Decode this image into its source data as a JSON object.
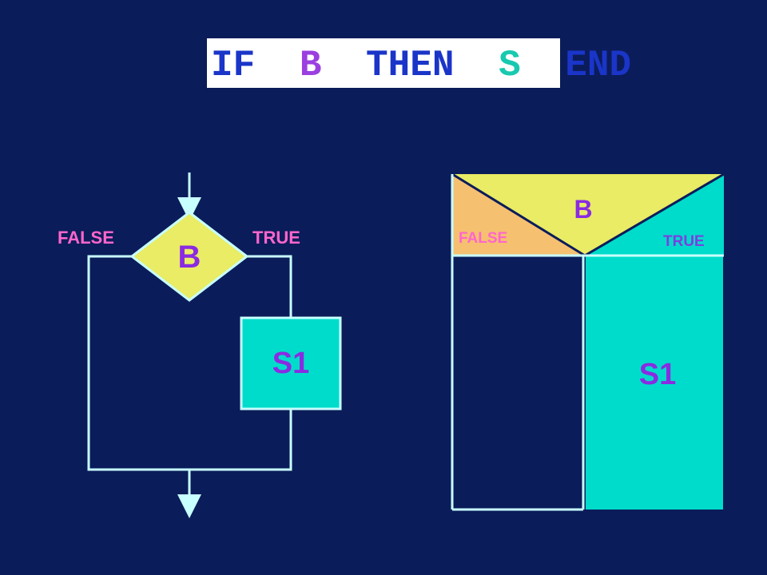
{
  "title": {
    "tokens": [
      {
        "text": "IF",
        "color": "#1a35c8"
      },
      {
        "text": "B",
        "color": "#9b3fe0"
      },
      {
        "text": "THEN",
        "color": "#1a35c8"
      },
      {
        "text": "S",
        "color": "#18c9b0"
      },
      {
        "text": "END",
        "color": "#1a35c8"
      }
    ]
  },
  "flowchart": {
    "condition_label": "B",
    "false_label": "FALSE",
    "true_label": "TRUE",
    "statement_label": "S1"
  },
  "nassi_shneiderman": {
    "condition_label": "B",
    "false_label": "FALSE",
    "true_label": "TRUE",
    "statement_label": "S1"
  },
  "colors": {
    "background": "#0b1c5a",
    "line": "#c8ffff",
    "condition_fill": "#e9ec64",
    "false_fill": "#f5c070",
    "statement_fill": "#00dccb",
    "branch_label": "#ff66cc",
    "ns_true_label": "#7b3fe0",
    "shape_text": "#8a2be2"
  }
}
